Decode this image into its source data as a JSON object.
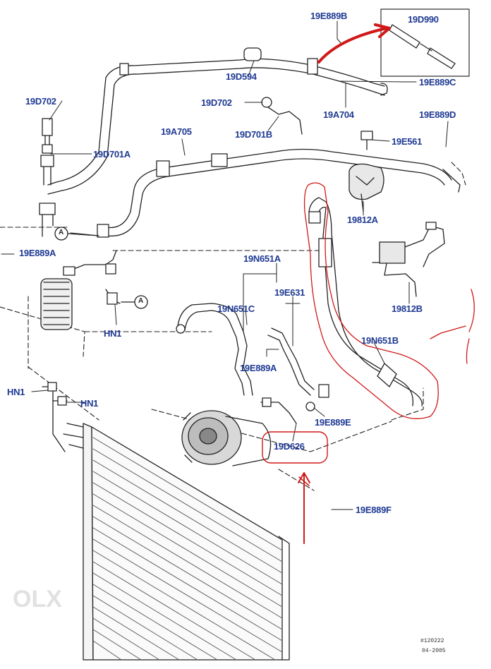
{
  "colors": {
    "label": "#1f3a93",
    "line": "#222222",
    "markup": "#d01818",
    "watermark": "#c8c8c8"
  },
  "labels": {
    "l19E889B": "19E889B",
    "l19D990": "19D990",
    "l19D594": "19D594",
    "l19E889C": "19E889C",
    "l19D702a": "19D702",
    "l19D702b": "19D702",
    "l19A704": "19A704",
    "l19E889D": "19E889D",
    "l19D701B": "19D701B",
    "l19A705": "19A705",
    "l19E561": "19E561",
    "l19D701A": "19D701A",
    "l19812A": "19812A",
    "calloutA1": "A",
    "calloutA2": "A",
    "l19E889A1": "19E889A",
    "l19N651A": "19N651A",
    "l19E631": "19E631",
    "l19N651C": "19N651C",
    "l19812B": "19812B",
    "lHN1a": "HN1",
    "l19N651B": "19N651B",
    "l19E889A2": "19E889A",
    "lHN1b": "HN1",
    "lHN1c": "HN1",
    "l19E889E": "19E889E",
    "l19D626": "19D626",
    "l19E889F": "19E889F"
  },
  "footer": {
    "code": "#120222",
    "date": "04-2005"
  },
  "watermark": "OLX"
}
